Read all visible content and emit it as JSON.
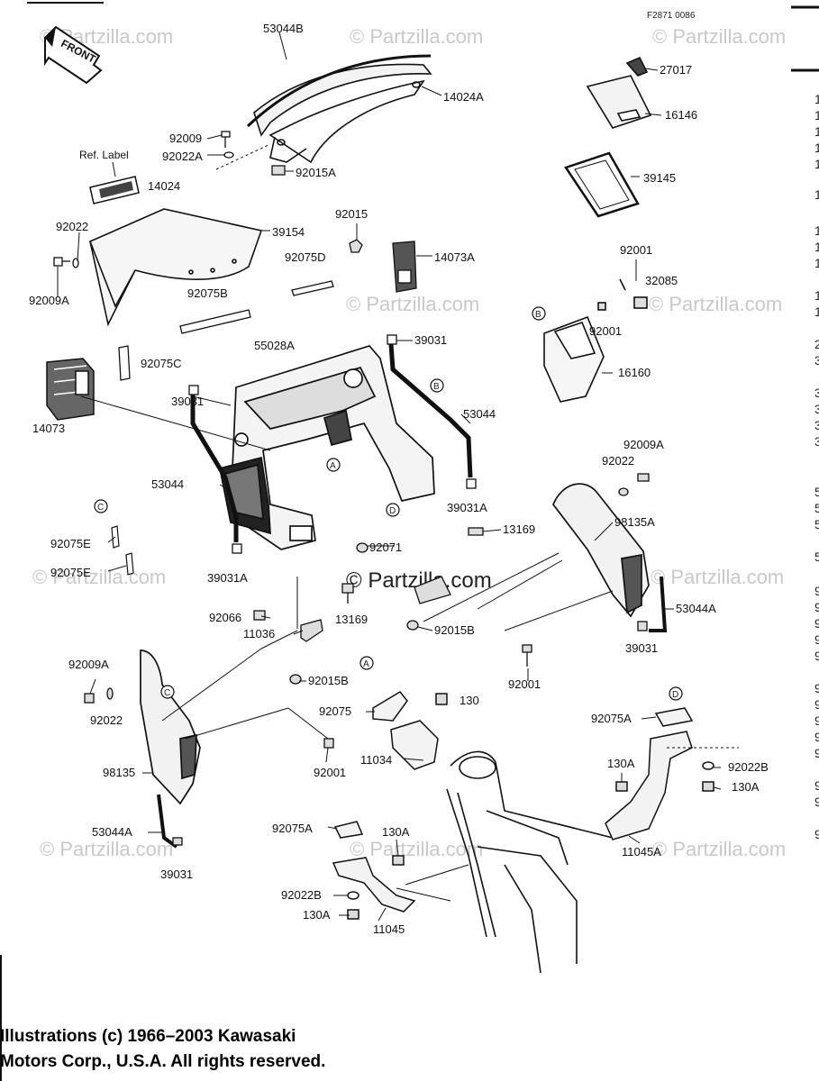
{
  "figure_code": "F2871 0086",
  "front_label": "FRONT",
  "ref_label": "Ref. Label",
  "watermark": "© Partzilla.com",
  "callout_letters": [
    "A",
    "B",
    "C",
    "D"
  ],
  "parts": [
    {
      "id": "53044B"
    },
    {
      "id": "14024A"
    },
    {
      "id": "92009"
    },
    {
      "id": "92022A"
    },
    {
      "id": "92015A"
    },
    {
      "id": "14024"
    },
    {
      "id": "92022"
    },
    {
      "id": "39154"
    },
    {
      "id": "92009A"
    },
    {
      "id": "92075D"
    },
    {
      "id": "92075B"
    },
    {
      "id": "92075C"
    },
    {
      "id": "92015"
    },
    {
      "id": "14073A"
    },
    {
      "id": "27017"
    },
    {
      "id": "16146"
    },
    {
      "id": "39145"
    },
    {
      "id": "92001"
    },
    {
      "id": "32085"
    },
    {
      "id": "16160"
    },
    {
      "id": "55028A"
    },
    {
      "id": "39031"
    },
    {
      "id": "53044"
    },
    {
      "id": "14073"
    },
    {
      "id": "39031A"
    },
    {
      "id": "92071"
    },
    {
      "id": "13169"
    },
    {
      "id": "11036"
    },
    {
      "id": "92066"
    },
    {
      "id": "92075E"
    },
    {
      "id": "92015B"
    },
    {
      "id": "98135A"
    },
    {
      "id": "53044A"
    },
    {
      "id": "92009A"
    },
    {
      "id": "92022"
    },
    {
      "id": "98135"
    },
    {
      "id": "92075"
    },
    {
      "id": "130"
    },
    {
      "id": "11034"
    },
    {
      "id": "92075A"
    },
    {
      "id": "92022B"
    },
    {
      "id": "130A"
    },
    {
      "id": "11045A"
    },
    {
      "id": "11045"
    },
    {
      "id": "39031"
    },
    {
      "id": "53044A"
    }
  ],
  "copyright": {
    "line1": "Illustrations (c) 1966–2003 Kawasaki",
    "line2": "Motors Corp., U.S.A.  All rights reserved."
  },
  "edge_marks": [
    "1",
    "1",
    "1",
    "1",
    "1",
    "1",
    "1",
    "1",
    "1",
    "1",
    "1",
    "2",
    "3",
    "3",
    "3",
    "3",
    "3",
    "5",
    "5",
    "5",
    "5",
    "9",
    "9",
    "9",
    "9",
    "9",
    "9",
    "9",
    "9",
    "9",
    "9",
    "9",
    "9",
    "9"
  ]
}
